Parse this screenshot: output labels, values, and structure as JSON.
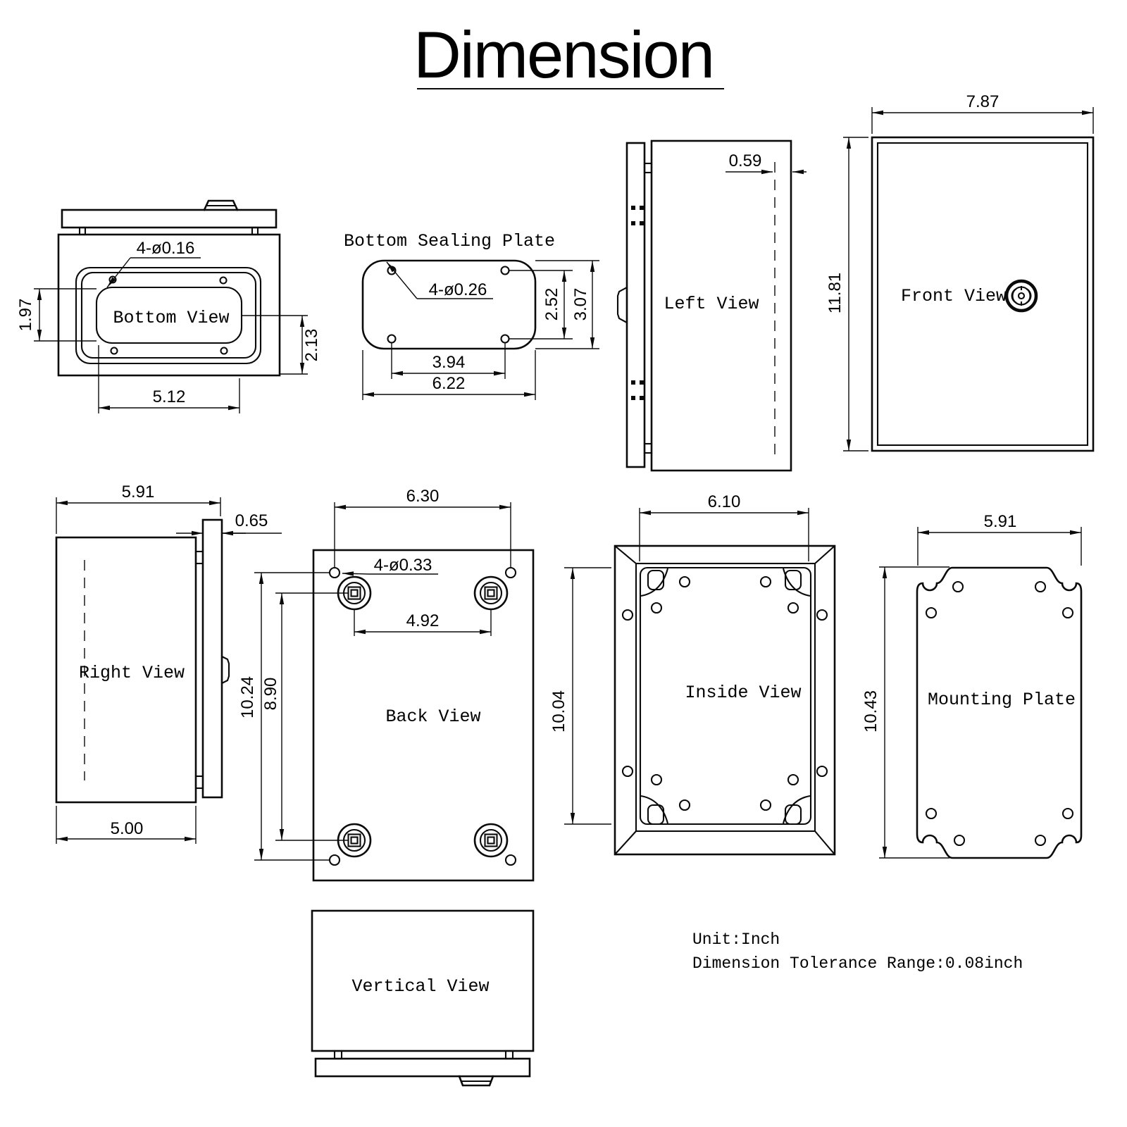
{
  "title": "Dimension",
  "notes": {
    "unit": "Unit:Inch",
    "tolerance": "Dimension Tolerance Range:0.08inch"
  },
  "views": {
    "bottom": {
      "label": "Bottom View",
      "hole_label": "4-ø0.16",
      "dims": {
        "inner_height": "1.97",
        "corner_offset": "2.13",
        "inner_width": "5.12"
      }
    },
    "sealing_plate": {
      "label": "Bottom Sealing Plate",
      "hole_label": "4-ø0.26",
      "dims": {
        "hole_spacing_v": "2.52",
        "height": "3.07",
        "hole_spacing_h": "3.94",
        "width": "6.22"
      }
    },
    "left": {
      "label": "Left View",
      "dims": {
        "lid_inset": "0.59"
      }
    },
    "front": {
      "label": "Front View",
      "dims": {
        "width": "7.87",
        "height": "11.81"
      }
    },
    "right": {
      "label": "Right View",
      "dims": {
        "overall_depth": "5.91",
        "plate_thickness": "0.65",
        "body_depth": "5.00"
      }
    },
    "back": {
      "label": "Back View",
      "hole_label": "4-ø0.33",
      "dims": {
        "hole_spacing_top": "6.30",
        "boss_spacing": "4.92",
        "hole_spacing_v": "10.24",
        "boss_spacing_v": "8.90"
      }
    },
    "inside": {
      "label": "Inside View",
      "dims": {
        "width": "6.10",
        "height": "10.04"
      }
    },
    "mounting_plate": {
      "label": "Mounting Plate",
      "dims": {
        "width": "5.91",
        "height": "10.43"
      }
    },
    "vertical": {
      "label": "Vertical View"
    }
  }
}
